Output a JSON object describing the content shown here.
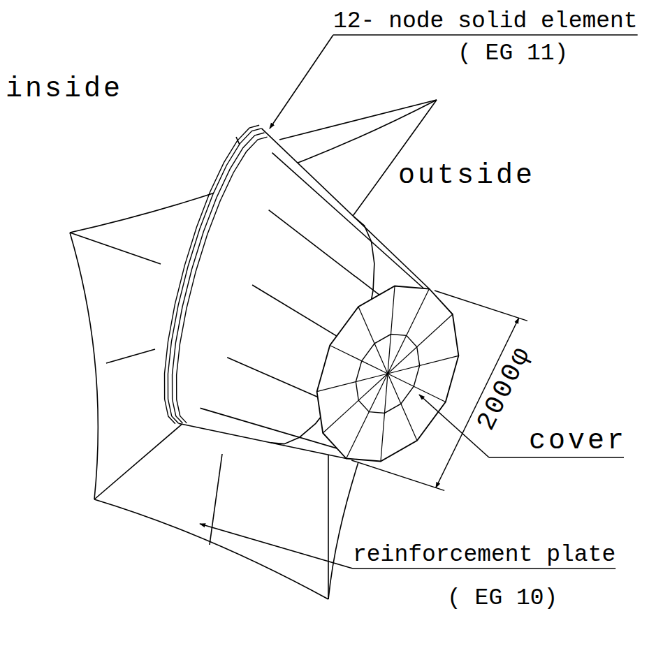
{
  "diagram": {
    "labels": [
      "12- node solid element",
      "( EG 11)",
      "inside",
      "outside",
      "2000φ",
      "cover",
      "reinforcement plate",
      "( EG 10)"
    ]
  }
}
